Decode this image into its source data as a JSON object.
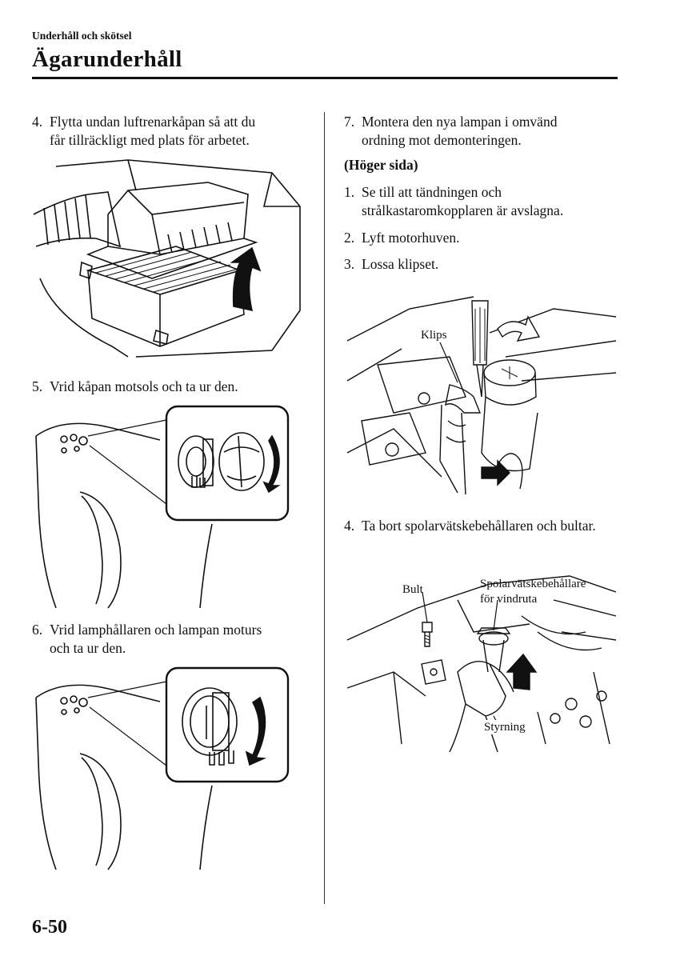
{
  "header": {
    "section": "Underhåll och skötsel",
    "title": "Ägarunderhåll"
  },
  "left": {
    "step4": {
      "num": "4.",
      "line1": "Flytta undan luftrenarkåpan så att du",
      "line2": "får tillräckligt med plats för arbetet."
    },
    "step5": {
      "num": "5.",
      "line1": "Vrid kåpan motsols och ta ur den."
    },
    "step6": {
      "num": "6.",
      "line1": "Vrid lamphållaren och lampan moturs",
      "line2": "och ta ur den."
    }
  },
  "right": {
    "step7": {
      "num": "7.",
      "line1": "Montera den nya lampan i omvänd",
      "line2": "ordning mot demonteringen."
    },
    "subheading": "(Höger sida)",
    "r1": {
      "num": "1.",
      "line1": "Se till att tändningen och",
      "line2": "strålkastaromkopplaren är avslagna."
    },
    "r2": {
      "num": "2.",
      "line1": "Lyft motorhuven."
    },
    "r3": {
      "num": "3.",
      "line1": "Lossa klipset."
    },
    "r4": {
      "num": "4.",
      "line1": "Ta bort spolarvätskebehållaren och bultar."
    },
    "fig_clip": {
      "label": "Klips"
    },
    "fig_tank": {
      "bolt": "Bult",
      "tank_line1": "Spolarvätskebehållare",
      "tank_line2": "för vindruta",
      "guide": "Styrning"
    }
  },
  "footer": {
    "page_number": "6-50"
  },
  "icons": [
    "arrow-icon",
    "rotate-arrow-icon"
  ]
}
